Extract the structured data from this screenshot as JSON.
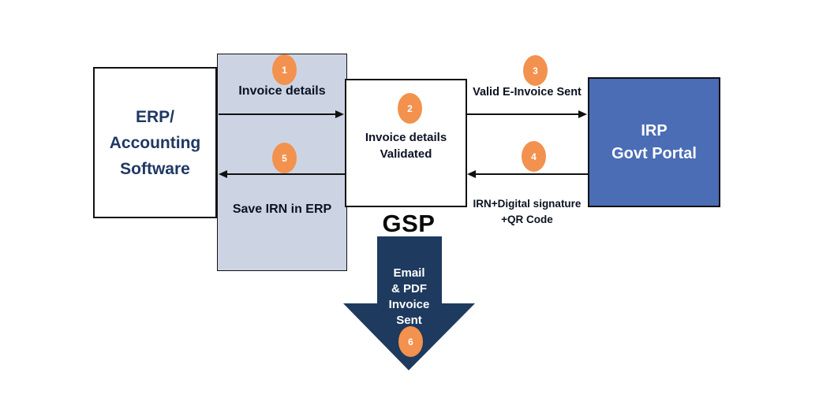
{
  "colors": {
    "canvas_bg": "#ffffff",
    "gsp_column_fill": "#ccd4e4",
    "irp_fill": "#4a6db5",
    "navy_arrow": "#1e3a5e",
    "step_orange": "#f3914e",
    "erp_text_navy": "#1f3864",
    "line_black": "#111111"
  },
  "nodes": {
    "erp": {
      "lines": [
        "ERP/",
        "Accounting",
        "Software"
      ]
    },
    "gsp_column": {
      "top_label": "Invoice details",
      "bottom_label": "Save IRN in ERP",
      "caption": "GSP"
    },
    "validator": {
      "lines": [
        "Invoice details",
        "Validated"
      ]
    },
    "irp": {
      "lines": [
        "IRP",
        "Govt Portal"
      ]
    }
  },
  "edges": {
    "valid_einvoice_label": "Valid E-Invoice Sent",
    "irn_label_line1": "IRN+Digital signature",
    "irn_label_line2": "+QR Code"
  },
  "download_arrow": {
    "lines": [
      "Email",
      "& PDF",
      "Invoice",
      "Sent"
    ]
  },
  "steps": {
    "s1": "1",
    "s2": "2",
    "s3": "3",
    "s4": "4",
    "s5": "5",
    "s6": "6"
  }
}
